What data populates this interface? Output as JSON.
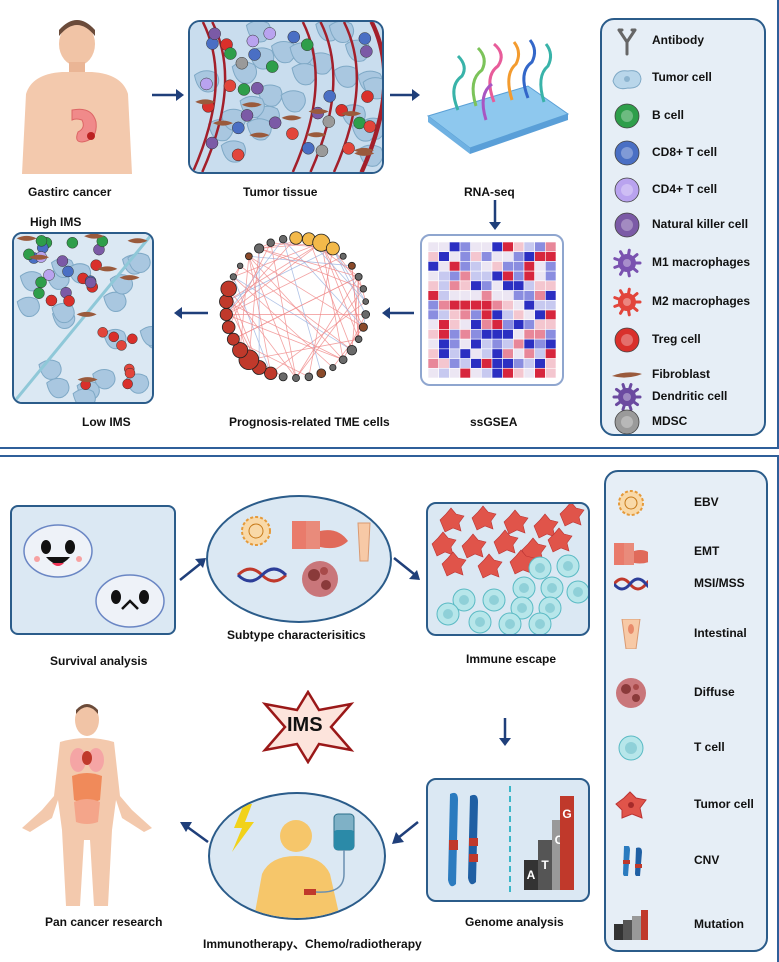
{
  "top": {
    "labels": {
      "gastric": "Gastirc cancer",
      "tissue": "Tumor tissue",
      "rnaseq": "RNA-seq",
      "high": "High IMS",
      "low": "Low IMS",
      "prognosis": "Prognosis-related TME cells",
      "ssgsea": "ssGSEA"
    },
    "legend": [
      {
        "icon": "antibody-icon",
        "label": "Antibody"
      },
      {
        "icon": "tumor-cell-icon",
        "label": "Tumor cell"
      },
      {
        "icon": "b-cell-icon",
        "label": "B cell",
        "color": "#2e9e4a"
      },
      {
        "icon": "cd8-t-cell-icon",
        "label": "CD8+ T cell",
        "color": "#4a6fc4"
      },
      {
        "icon": "cd4-t-cell-icon",
        "label": "CD4+ T cell",
        "color": "#b9a3ef"
      },
      {
        "icon": "nk-cell-icon",
        "label": "Natural killer cell",
        "color": "#7b5aa6"
      },
      {
        "icon": "m1-macrophage-icon",
        "label": "M1 macrophages",
        "color": "#7a52b0"
      },
      {
        "icon": "m2-macrophage-icon",
        "label": "M2 macrophages",
        "color": "#e2453b"
      },
      {
        "icon": "treg-cell-icon",
        "label": "Treg cell",
        "color": "#d9302b"
      },
      {
        "icon": "fibroblast-icon",
        "label": "Fibroblast",
        "color": "#9a5a3c"
      },
      {
        "icon": "dendritic-cell-icon",
        "label": "Dendritic cell",
        "color": "#6b4aa0"
      },
      {
        "icon": "mdsc-icon",
        "label": "MDSC",
        "color": "#9a9a9a"
      }
    ]
  },
  "bottom": {
    "labels": {
      "survival": "Survival analysis",
      "subtype": "Subtype characterisitics",
      "escape": "Immune escape",
      "ims": "IMS",
      "genome": "Genome analysis",
      "therapy": "Immunotherapy、Chemo/radiotherapy",
      "pancancer": "Pan cancer research",
      "mutation_letters": [
        "A",
        "T",
        "C",
        "G"
      ]
    },
    "legend": [
      {
        "icon": "ebv-icon",
        "label": "EBV"
      },
      {
        "icon": "emt-icon",
        "label": "EMT"
      },
      {
        "icon": "dna-icon",
        "label": "MSI/MSS"
      },
      {
        "icon": "intestinal-icon",
        "label": "Intestinal"
      },
      {
        "icon": "diffuse-icon",
        "label": "Diffuse"
      },
      {
        "icon": "t-cell-icon",
        "label": "T cell"
      },
      {
        "icon": "tumor-cell-red-icon",
        "label": "Tumor cell"
      },
      {
        "icon": "chromosome-icon",
        "label": "CNV"
      },
      {
        "icon": "mutation-icon",
        "label": "Mutation"
      }
    ]
  },
  "colors": {
    "frame": "#2f5f9a",
    "box_fill": "#dbe8f3",
    "arrow": "#1f3f7a",
    "network_edge": "#f08a8a",
    "heat_red": "#d7263d",
    "heat_blue": "#2b2fc2"
  }
}
